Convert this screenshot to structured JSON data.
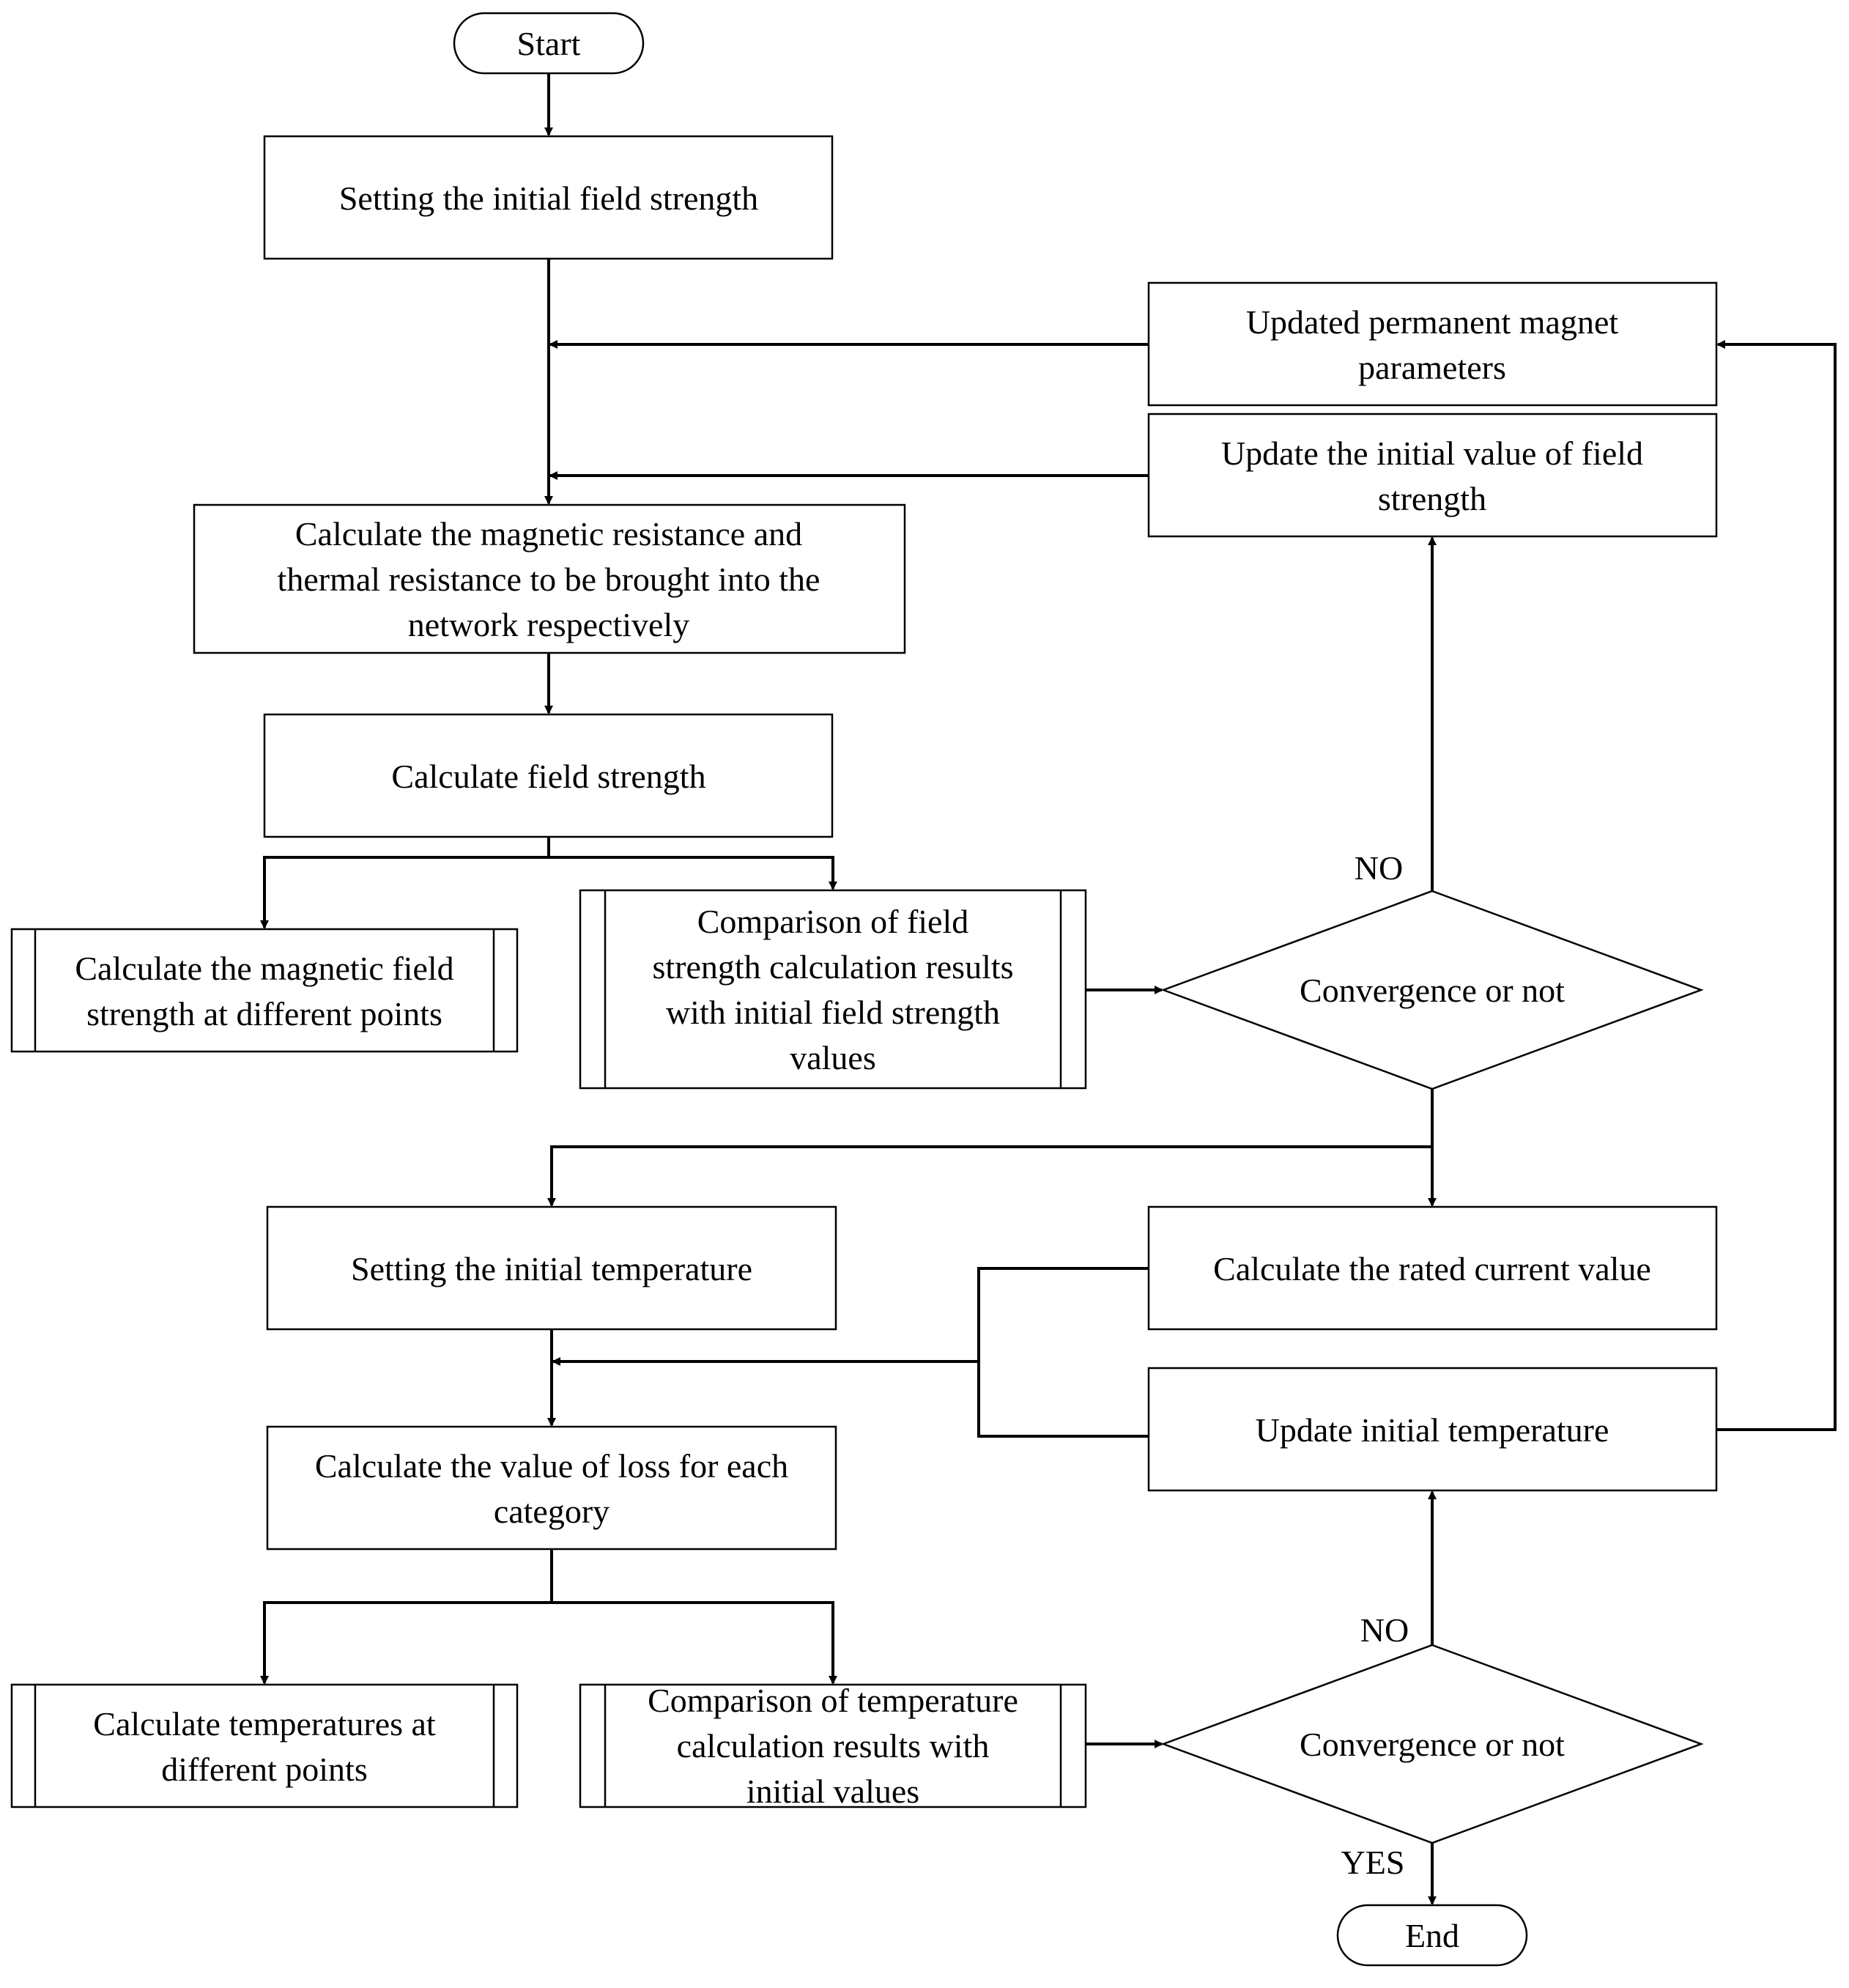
{
  "flowchart": {
    "start": "Start",
    "end": "End",
    "nodes": {
      "set_initial_field": [
        "Setting the initial field strength"
      ],
      "updated_pm_params": [
        "Updated permanent magnet",
        "parameters"
      ],
      "update_initial_field": [
        "Update the initial value of field",
        "strength"
      ],
      "calc_resistance": [
        "Calculate the magnetic resistance and",
        "thermal resistance to be brought into the",
        "network respectively"
      ],
      "calc_field": [
        "Calculate field strength"
      ],
      "calc_field_points": [
        "Calculate the magnetic field",
        "strength at different points"
      ],
      "compare_field": [
        "Comparison of field",
        "strength calculation results",
        "with initial field strength",
        "values"
      ],
      "converge_field": [
        "Convergence or not"
      ],
      "set_initial_temp": [
        "Setting the initial temperature"
      ],
      "calc_rated_current": [
        "Calculate the rated current value"
      ],
      "update_initial_temp": [
        "Update initial temperature"
      ],
      "calc_loss": [
        "Calculate the value of loss for each",
        "category"
      ],
      "calc_temp_points": [
        "Calculate temperatures at",
        "different points"
      ],
      "compare_temp": [
        "Comparison of temperature",
        "calculation results with",
        "initial values"
      ],
      "converge_temp": [
        "Convergence or not"
      ]
    },
    "edge_labels": {
      "no_field": "NO",
      "no_temp": "NO",
      "yes_temp": "YES"
    }
  }
}
